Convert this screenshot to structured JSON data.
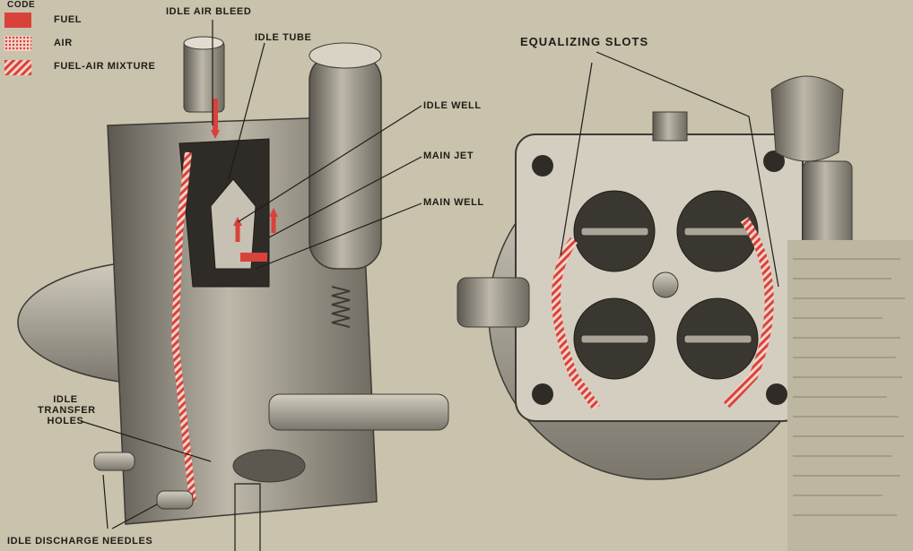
{
  "legend": {
    "title": "CODE",
    "items": [
      {
        "label": "FUEL",
        "color": "#d9423a",
        "pattern": "solid"
      },
      {
        "label": "AIR",
        "color": "#d9423a",
        "pattern": "dotted"
      },
      {
        "label": "FUEL-AIR MIXTURE",
        "color": "#d9423a",
        "pattern": "hatched"
      }
    ]
  },
  "callouts": {
    "idle_air_bleed": "IDLE AIR BLEED",
    "idle_tube": "IDLE TUBE",
    "idle_well": "IDLE WELL",
    "main_jet": "MAIN JET",
    "main_well": "MAIN WELL",
    "equalizing_slots": "EQUALIZING SLOTS",
    "idle_transfer_holes": "IDLE\nTRANSFER\nHOLES",
    "idle_discharge_needles": "IDLE DISCHARGE NEEDLES"
  },
  "colors": {
    "background": "#c9c2ac",
    "metal": "#9a958a",
    "metal_dark": "#4a4740",
    "fuel_red": "#d9423a"
  }
}
